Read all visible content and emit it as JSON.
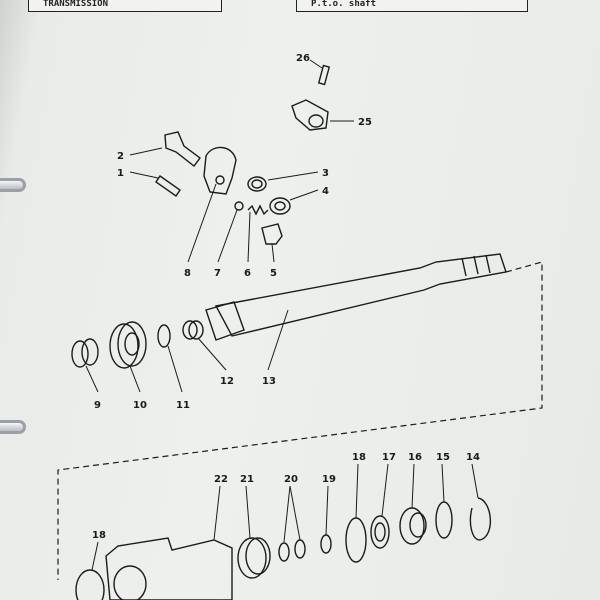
{
  "header": {
    "left_title": "TRANSMISSION",
    "right_title": "P.t.o. shaft"
  },
  "diagram": {
    "callouts": {
      "c1": "1",
      "c2": "2",
      "c3": "3",
      "c4": "4",
      "c5": "5",
      "c6": "6",
      "c7": "7",
      "c8": "8",
      "c9": "9",
      "c10": "10",
      "c11": "11",
      "c12": "12",
      "c13": "13",
      "c14": "14",
      "c15": "15",
      "c16": "16",
      "c17": "17",
      "c18a": "18",
      "c18b": "18",
      "c19": "19",
      "c20": "20",
      "c21": "21",
      "c22": "22",
      "c25": "25",
      "c26": "26"
    }
  }
}
